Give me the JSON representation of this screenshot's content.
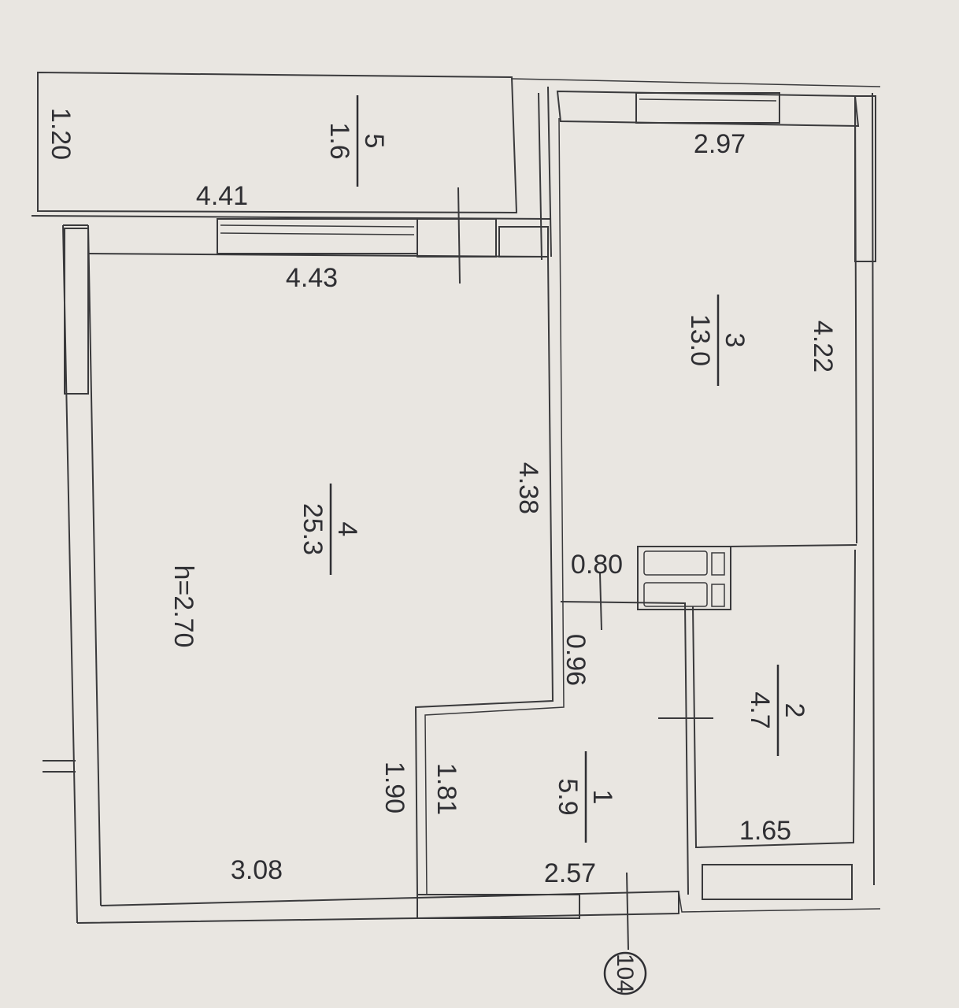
{
  "plan": {
    "ceiling_height": "h=2.70",
    "rooms": [
      {
        "number": "1",
        "area": "5.9"
      },
      {
        "number": "2",
        "area": "4.7"
      },
      {
        "number": "3",
        "area": "13.0"
      },
      {
        "number": "4",
        "area": "25.3"
      },
      {
        "number": "5",
        "area": "1.6"
      }
    ],
    "dimensions": {
      "balcony_depth": "1.20",
      "balcony_length": "4.41",
      "living_top": "4.43",
      "living_side": "4.38",
      "living_bottom": "3.08",
      "bedroom_top": "2.97",
      "bedroom_side": "4.22",
      "niche_width": "0.80",
      "corridor_offset": "0.96",
      "hall_inner": "1.81",
      "hall_outer": "1.90",
      "hall_width": "2.57",
      "bath_width": "1.65"
    },
    "axis_marker": "104"
  }
}
